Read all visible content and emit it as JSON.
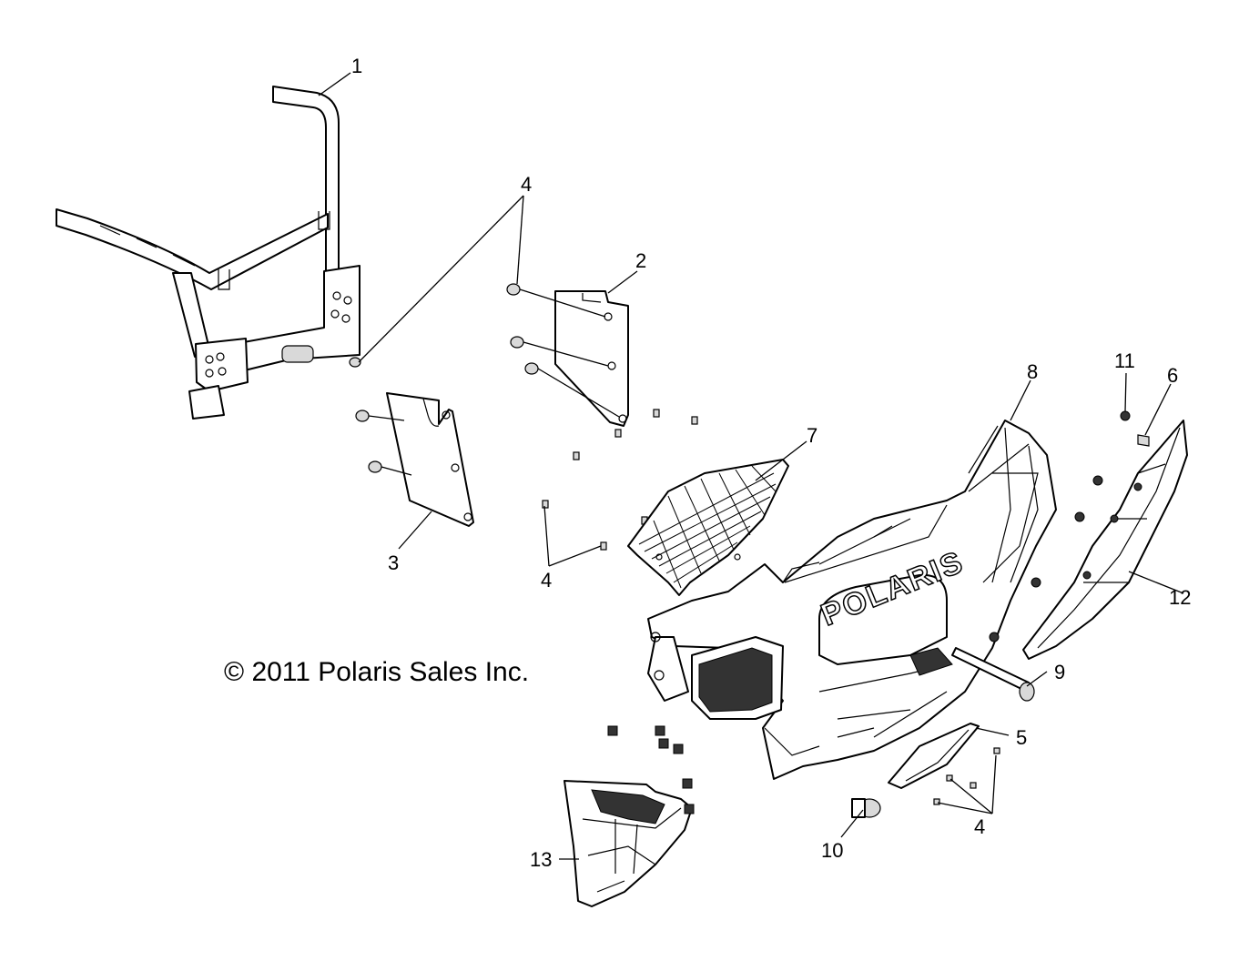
{
  "copyright": "© 2011 Polaris Sales Inc.",
  "brand_mark": "POLARIS",
  "callouts": {
    "c1": "1",
    "c2": "2",
    "c3": "3",
    "c4a": "4",
    "c4b": "4",
    "c4c": "4",
    "c5": "5",
    "c6": "6",
    "c7": "7",
    "c8": "8",
    "c9": "9",
    "c10": "10",
    "c11": "11",
    "c12": "12",
    "c13": "13"
  }
}
